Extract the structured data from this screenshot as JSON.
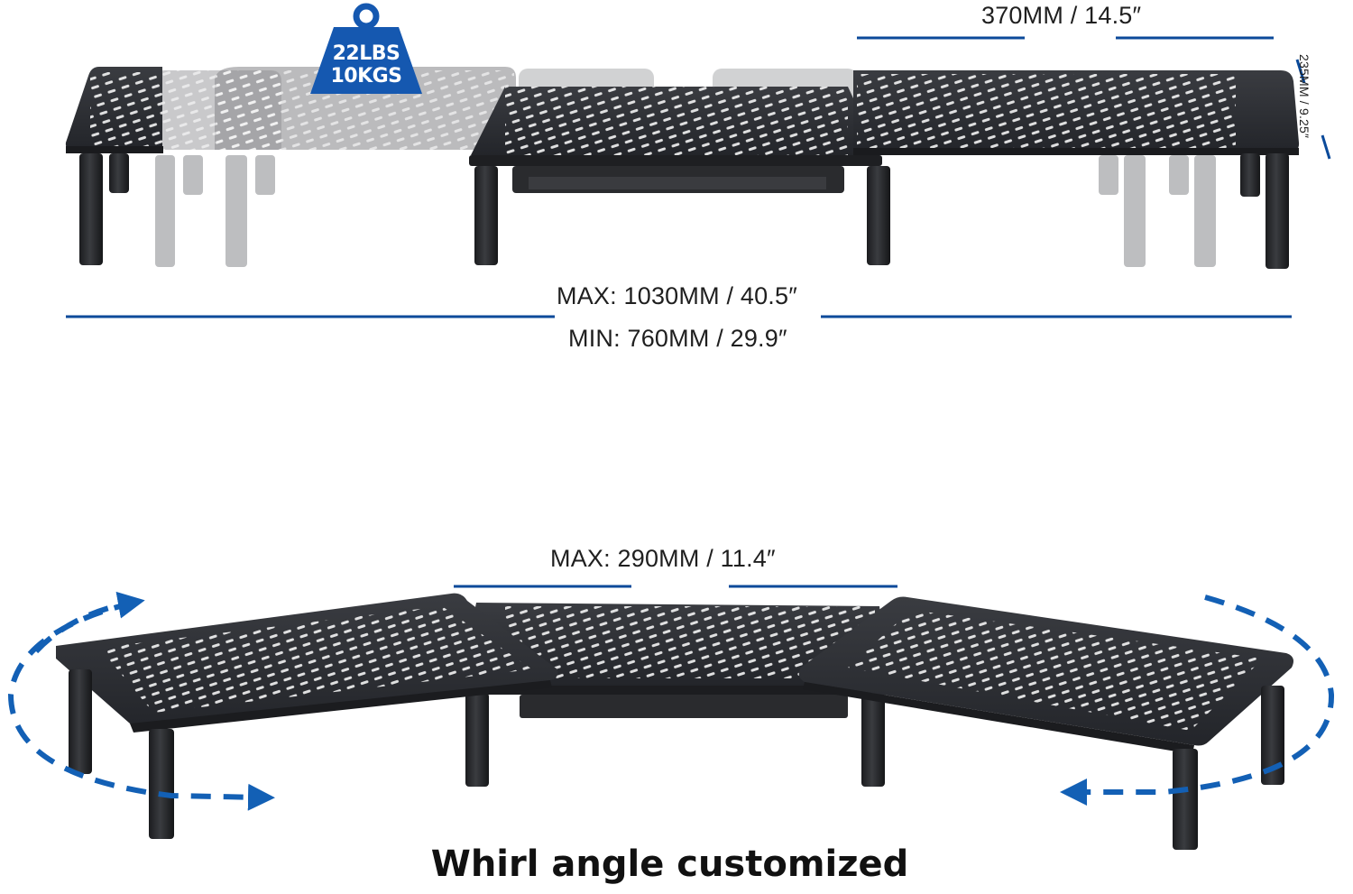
{
  "dimensions": {
    "top_width": "370MM / 14.5″",
    "max_width": "MAX: 1030MM / 40.5″",
    "min_width": "MIN: 760MM / 29.9″",
    "depth": "235MM / 9.25″",
    "swivel_width": "MAX: 290MM / 11.4″"
  },
  "badge": {
    "line1": "22LBS",
    "line2": "10KGS"
  },
  "caption": "Whirl angle customized",
  "colors": {
    "dimension_line": "#0b4a9a",
    "badge": "#1558b0",
    "arrow": "#1360b5",
    "stand": "#2b2d31",
    "ghost": "#b6b7b9"
  }
}
